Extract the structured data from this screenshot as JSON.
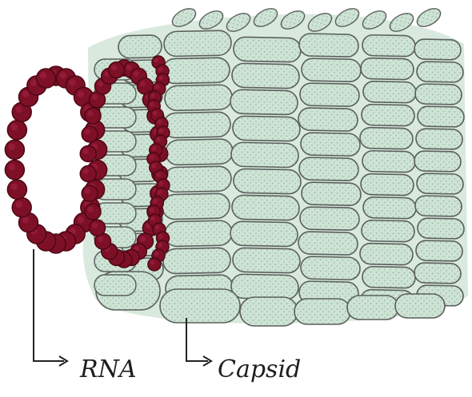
{
  "diagram": {
    "subject": "virus-structure-sketch",
    "labels": {
      "rna": "RNA",
      "capsid": "Capsid"
    },
    "colors": {
      "background": "#ffffff",
      "capsid_fill": "#cfe3d6",
      "capsid_speckle": "#7fb08f",
      "capsid_outline": "#5a5f5c",
      "rna_bead": "#7d1027",
      "rna_bead_dark": "#4d0714",
      "leader_line": "#222222"
    },
    "icons": {
      "rna_structure": "beaded-helix-icon",
      "capsid_structure": "protein-subunit-icon"
    }
  }
}
